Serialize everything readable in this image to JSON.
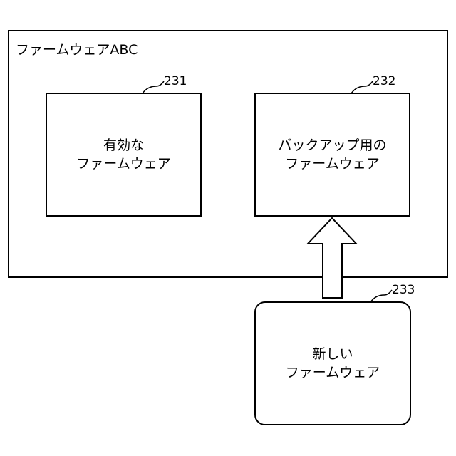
{
  "outer": {
    "title": "ファームウェアABC"
  },
  "box_active": {
    "ref": "231",
    "line1": "有効な",
    "line2": "ファームウェア"
  },
  "box_backup": {
    "ref": "232",
    "line1": "バックアップ用の",
    "line2": "ファームウェア"
  },
  "box_new": {
    "ref": "233",
    "line1": "新しい",
    "line2": "ファームウェア"
  }
}
